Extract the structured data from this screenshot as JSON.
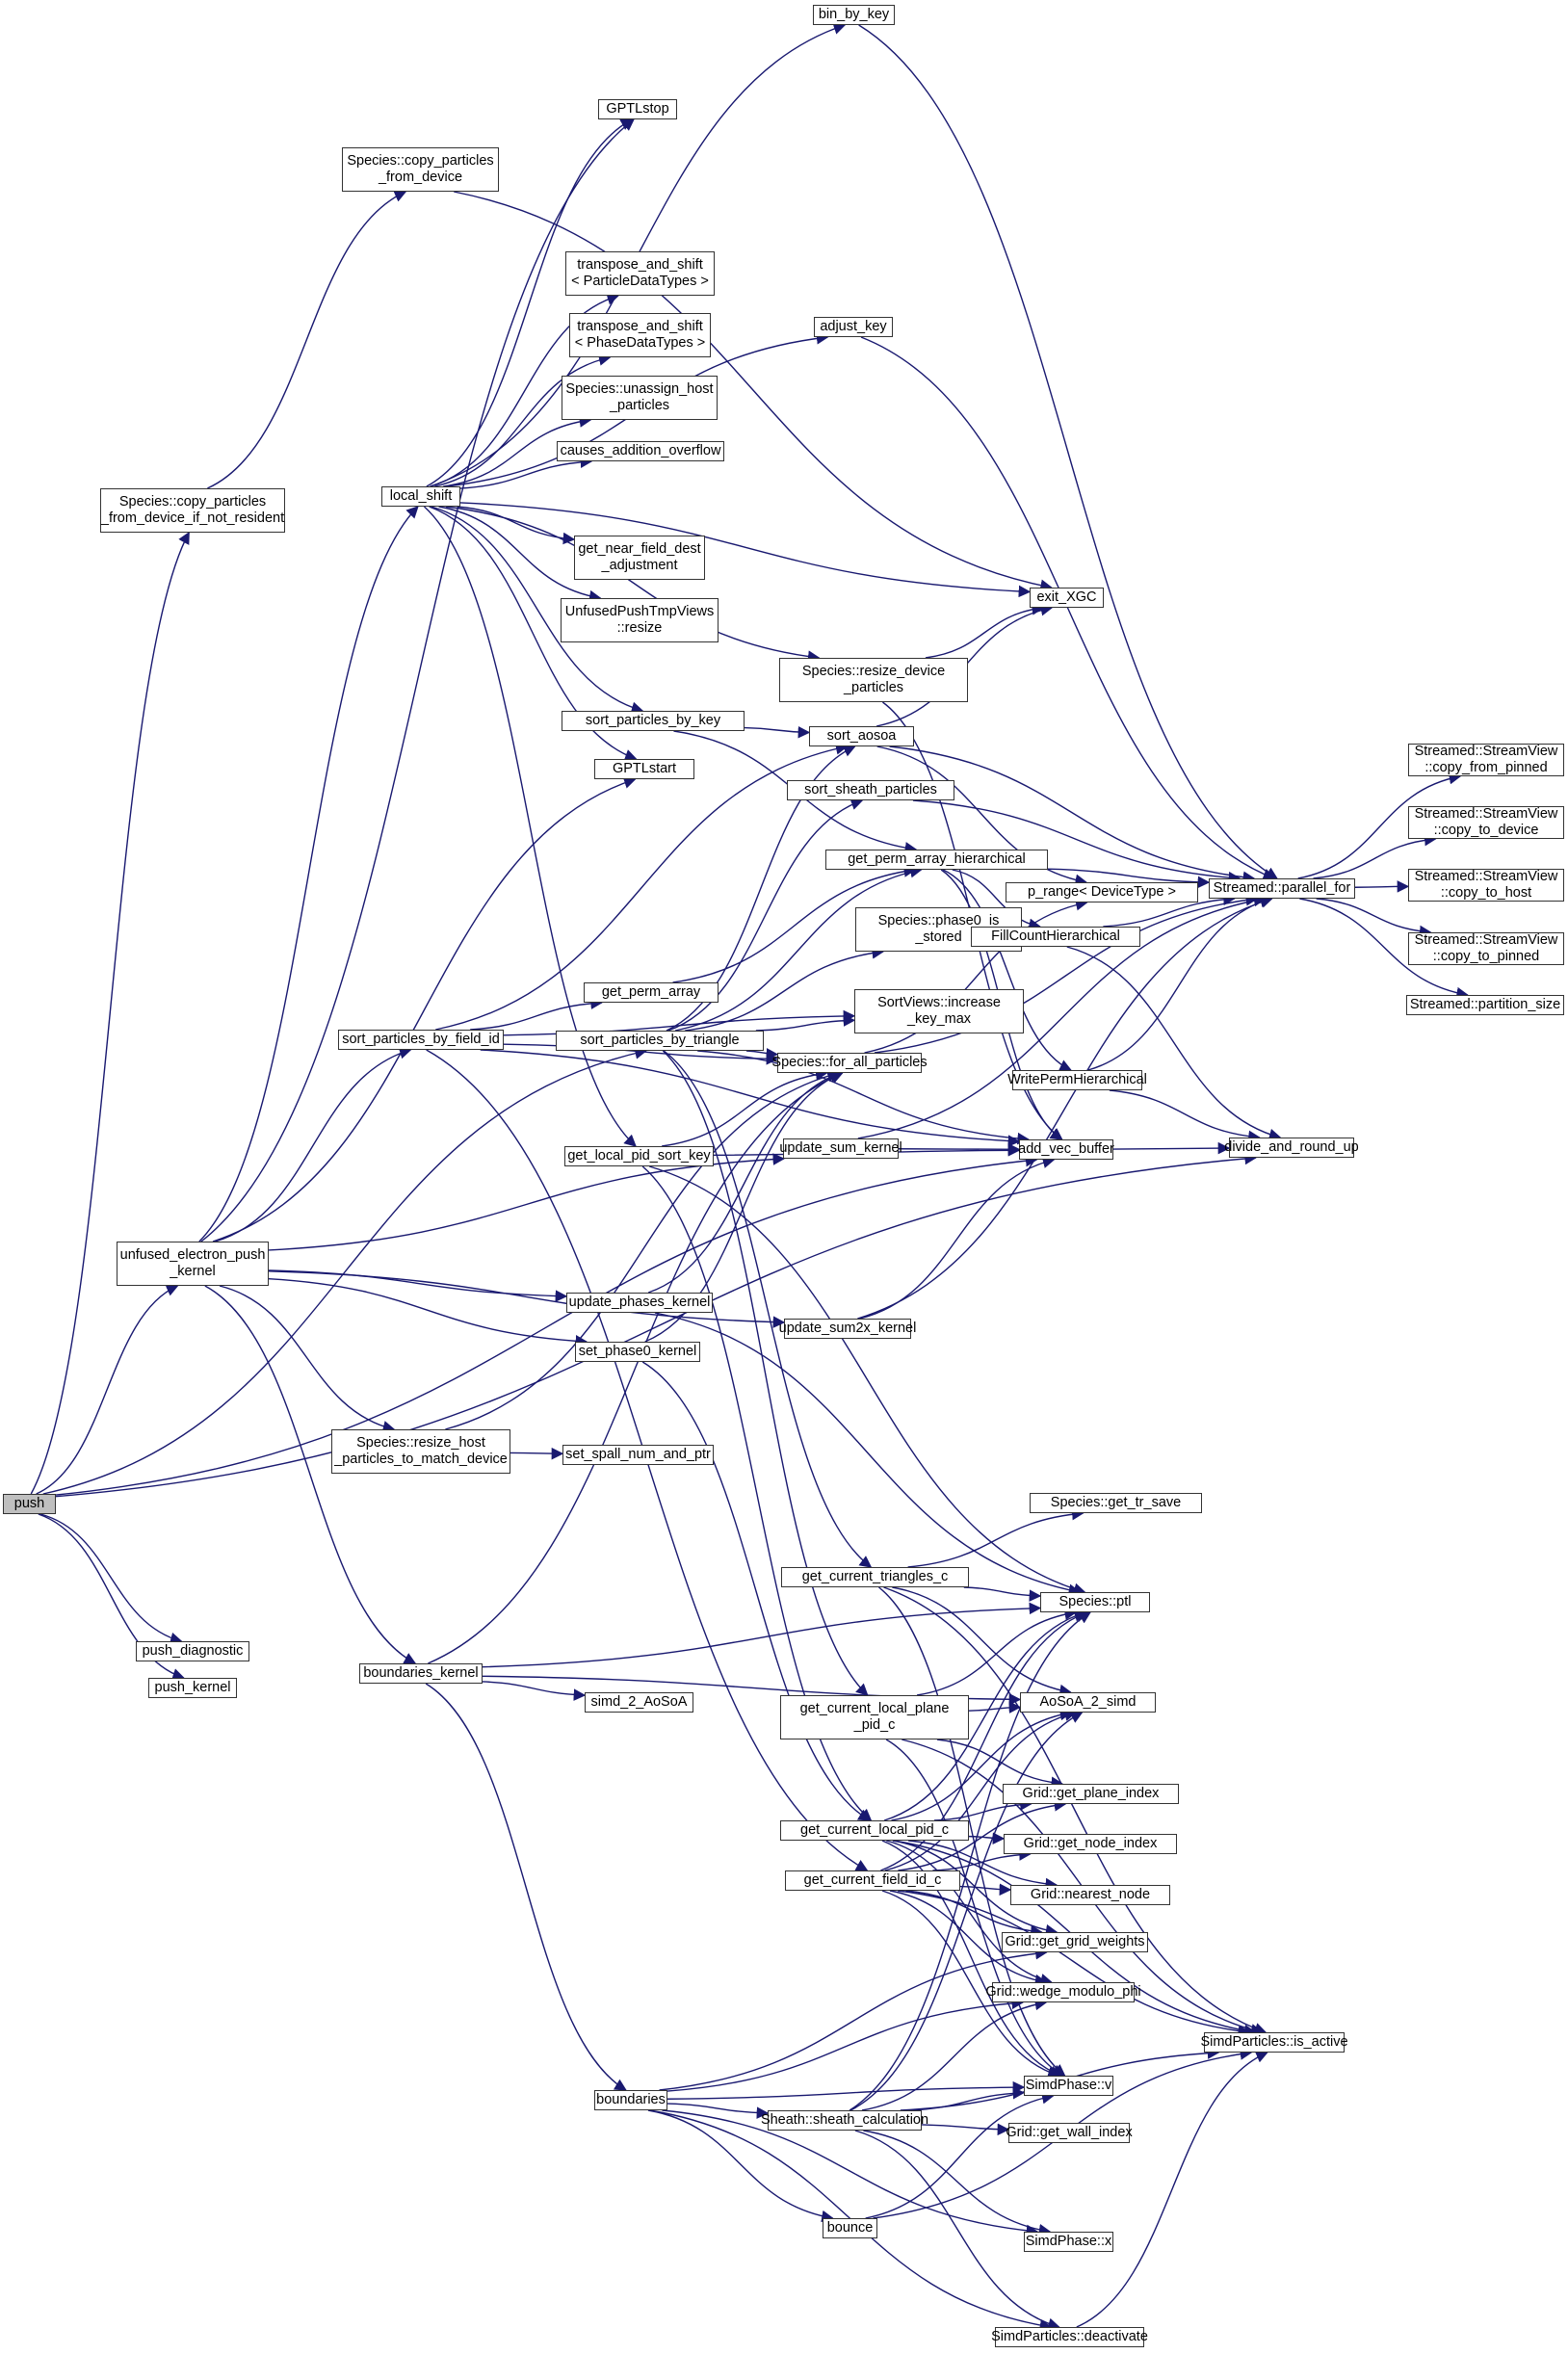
{
  "graph": {
    "edge_color": "#191970",
    "root_fill": "#bfbfbf",
    "nodes": [
      {
        "id": "push",
        "label": "push",
        "root": true
      },
      {
        "id": "cpfd_nr",
        "label": "Species::copy_particles\n_from_device_if_not_resident"
      },
      {
        "id": "cpfd",
        "label": "Species::copy_particles\n_from_device"
      },
      {
        "id": "uepk",
        "label": "unfused_electron_push\n_kernel"
      },
      {
        "id": "push_diag",
        "label": "push_diagnostic"
      },
      {
        "id": "push_kernel",
        "label": "push_kernel"
      },
      {
        "id": "local_shift",
        "label": "local_shift"
      },
      {
        "id": "spbfi",
        "label": "sort_particles_by_field_id"
      },
      {
        "id": "rhptmd",
        "label": "Species::resize_host\n_particles_to_match_device"
      },
      {
        "id": "boundaries_kernel",
        "label": "boundaries_kernel"
      },
      {
        "id": "boundaries",
        "label": "boundaries"
      },
      {
        "id": "gptlstop",
        "label": "GPTLstop"
      },
      {
        "id": "tas_pdt",
        "label": "transpose_and_shift\n< ParticleDataTypes >"
      },
      {
        "id": "tas_phdt",
        "label": "transpose_and_shift\n< PhaseDataTypes >"
      },
      {
        "id": "uhp",
        "label": "Species::unassign_host\n_particles"
      },
      {
        "id": "cao",
        "label": "causes_addition_overflow"
      },
      {
        "id": "gnfda",
        "label": "get_near_field_dest\n_adjustment"
      },
      {
        "id": "uptv",
        "label": "UnfusedPushTmpViews\n::resize"
      },
      {
        "id": "spbk",
        "label": "sort_particles_by_key"
      },
      {
        "id": "gptlstart",
        "label": "GPTLstart"
      },
      {
        "id": "gpa",
        "label": "get_perm_array"
      },
      {
        "id": "spbt",
        "label": "sort_particles_by_triangle"
      },
      {
        "id": "glpsk",
        "label": "get_local_pid_sort_key"
      },
      {
        "id": "upk",
        "label": "update_phases_kernel"
      },
      {
        "id": "sp0k",
        "label": "set_phase0_kernel"
      },
      {
        "id": "ssnp",
        "label": "set_spall_num_and_ptr"
      },
      {
        "id": "simd2aosoa",
        "label": "simd_2_AoSoA"
      },
      {
        "id": "bin_by_key",
        "label": "bin_by_key"
      },
      {
        "id": "adjust_key",
        "label": "adjust_key"
      },
      {
        "id": "rdp",
        "label": "Species::resize_device\n_particles"
      },
      {
        "id": "sort_aosoa",
        "label": "sort_aosoa"
      },
      {
        "id": "ssp",
        "label": "sort_sheath_particles"
      },
      {
        "id": "gpah",
        "label": "get_perm_array_hierarchical"
      },
      {
        "id": "p0is",
        "label": "Species::phase0_is\n_stored"
      },
      {
        "id": "svikm",
        "label": "SortViews::increase\n_key_max"
      },
      {
        "id": "fap",
        "label": "Species::for_all_particles"
      },
      {
        "id": "usk",
        "label": "update_sum_kernel"
      },
      {
        "id": "us2k",
        "label": "update_sum2x_kernel"
      },
      {
        "id": "gts",
        "label": "Species::get_tr_save"
      },
      {
        "id": "gctc",
        "label": "get_current_triangles_c"
      },
      {
        "id": "gclppc",
        "label": "get_current_local_plane\n_pid_c"
      },
      {
        "id": "gclpc",
        "label": "get_current_local_pid_c"
      },
      {
        "id": "gcfic",
        "label": "get_current_field_id_c"
      },
      {
        "id": "ssc",
        "label": "Sheath::sheath_calculation"
      },
      {
        "id": "bounce",
        "label": "bounce"
      },
      {
        "id": "exit_xgc",
        "label": "exit_XGC"
      },
      {
        "id": "prange",
        "label": "p_range< DeviceType >"
      },
      {
        "id": "fch",
        "label": "FillCountHierarchical"
      },
      {
        "id": "wph",
        "label": "WritePermHierarchical"
      },
      {
        "id": "avb",
        "label": "add_vec_buffer"
      },
      {
        "id": "ptl",
        "label": "Species::ptl"
      },
      {
        "id": "aosoa2simd",
        "label": "AoSoA_2_simd"
      },
      {
        "id": "gpi",
        "label": "Grid::get_plane_index"
      },
      {
        "id": "gni",
        "label": "Grid::get_node_index"
      },
      {
        "id": "nn",
        "label": "Grid::nearest_node"
      },
      {
        "id": "ggw",
        "label": "Grid::get_grid_weights"
      },
      {
        "id": "wmp",
        "label": "Grid::wedge_modulo_phi"
      },
      {
        "id": "spv",
        "label": "SimdPhase::v"
      },
      {
        "id": "gwi",
        "label": "Grid::get_wall_index"
      },
      {
        "id": "spx",
        "label": "SimdPhase::x"
      },
      {
        "id": "spd",
        "label": "SimdParticles::deactivate"
      },
      {
        "id": "pfor",
        "label": "Streamed::parallel_for"
      },
      {
        "id": "darup",
        "label": "divide_and_round_up"
      },
      {
        "id": "spia",
        "label": "SimdParticles::is_active"
      },
      {
        "id": "sv_cfp",
        "label": "Streamed::StreamView\n::copy_from_pinned"
      },
      {
        "id": "sv_ctd",
        "label": "Streamed::StreamView\n::copy_to_device"
      },
      {
        "id": "sv_cth",
        "label": "Streamed::StreamView\n::copy_to_host"
      },
      {
        "id": "sv_ctp",
        "label": "Streamed::StreamView\n::copy_to_pinned"
      },
      {
        "id": "ps",
        "label": "Streamed::partition_size"
      }
    ],
    "edges": [
      [
        "push",
        "cpfd_nr"
      ],
      [
        "push",
        "uepk"
      ],
      [
        "push",
        "push_diag"
      ],
      [
        "push",
        "push_kernel"
      ],
      [
        "push",
        "spbt"
      ],
      [
        "push",
        "darup"
      ],
      [
        "push",
        "avb"
      ],
      [
        "cpfd_nr",
        "cpfd"
      ],
      [
        "cpfd",
        "exit_xgc"
      ],
      [
        "uepk",
        "local_shift"
      ],
      [
        "uepk",
        "gptlstop"
      ],
      [
        "uepk",
        "gptlstart"
      ],
      [
        "uepk",
        "spbfi"
      ],
      [
        "uepk",
        "rhptmd"
      ],
      [
        "uepk",
        "boundaries_kernel"
      ],
      [
        "uepk",
        "upk"
      ],
      [
        "uepk",
        "sp0k"
      ],
      [
        "uepk",
        "usk"
      ],
      [
        "uepk",
        "us2k"
      ],
      [
        "local_shift",
        "gptlstop"
      ],
      [
        "local_shift",
        "bin_by_key"
      ],
      [
        "local_shift",
        "adjust_key"
      ],
      [
        "local_shift",
        "tas_pdt"
      ],
      [
        "local_shift",
        "tas_phdt"
      ],
      [
        "local_shift",
        "uhp"
      ],
      [
        "local_shift",
        "cao"
      ],
      [
        "local_shift",
        "exit_xgc"
      ],
      [
        "local_shift",
        "gnfda"
      ],
      [
        "local_shift",
        "uptv"
      ],
      [
        "local_shift",
        "rdp"
      ],
      [
        "local_shift",
        "spbk"
      ],
      [
        "local_shift",
        "gptlstart"
      ],
      [
        "local_shift",
        "glpsk"
      ],
      [
        "spbk",
        "sort_aosoa"
      ],
      [
        "spbk",
        "gpah"
      ],
      [
        "spbfi",
        "gpa"
      ],
      [
        "spbfi",
        "sort_aosoa"
      ],
      [
        "spbfi",
        "svikm"
      ],
      [
        "spbfi",
        "fap"
      ],
      [
        "spbfi",
        "avb"
      ],
      [
        "spbfi",
        "gcfic"
      ],
      [
        "gpa",
        "gpah"
      ],
      [
        "spbt",
        "sort_aosoa"
      ],
      [
        "spbt",
        "ssp"
      ],
      [
        "spbt",
        "gpah"
      ],
      [
        "spbt",
        "p0is"
      ],
      [
        "spbt",
        "svikm"
      ],
      [
        "spbt",
        "fap"
      ],
      [
        "spbt",
        "avb"
      ],
      [
        "spbt",
        "gctc"
      ],
      [
        "spbt",
        "gclppc"
      ],
      [
        "glpsk",
        "fap"
      ],
      [
        "glpsk",
        "avb"
      ],
      [
        "glpsk",
        "gclpc"
      ],
      [
        "glpsk",
        "ptl"
      ],
      [
        "upk",
        "fap"
      ],
      [
        "upk",
        "ptl"
      ],
      [
        "sp0k",
        "fap"
      ],
      [
        "sp0k",
        "gclpc"
      ],
      [
        "rhptmd",
        "ssnp"
      ],
      [
        "rhptmd",
        "fap"
      ],
      [
        "boundaries_kernel",
        "ptl"
      ],
      [
        "boundaries_kernel",
        "simd2aosoa"
      ],
      [
        "boundaries_kernel",
        "aosoa2simd"
      ],
      [
        "boundaries_kernel",
        "boundaries"
      ],
      [
        "boundaries_kernel",
        "fap"
      ],
      [
        "bin_by_key",
        "pfor"
      ],
      [
        "adjust_key",
        "pfor"
      ],
      [
        "rdp",
        "exit_xgc"
      ],
      [
        "rdp",
        "avb"
      ],
      [
        "sort_aosoa",
        "exit_xgc"
      ],
      [
        "sort_aosoa",
        "prange"
      ],
      [
        "sort_aosoa",
        "pfor"
      ],
      [
        "ssp",
        "pfor"
      ],
      [
        "gpah",
        "pfor"
      ],
      [
        "gpah",
        "fch"
      ],
      [
        "gpah",
        "wph"
      ],
      [
        "gpah",
        "avb"
      ],
      [
        "fch",
        "pfor"
      ],
      [
        "fch",
        "darup"
      ],
      [
        "wph",
        "pfor"
      ],
      [
        "wph",
        "darup"
      ],
      [
        "fap",
        "prange"
      ],
      [
        "fap",
        "pfor"
      ],
      [
        "usk",
        "avb"
      ],
      [
        "usk",
        "pfor"
      ],
      [
        "us2k",
        "avb"
      ],
      [
        "us2k",
        "pfor"
      ],
      [
        "avb",
        "darup"
      ],
      [
        "gctc",
        "gts"
      ],
      [
        "gctc",
        "ptl"
      ],
      [
        "gctc",
        "aosoa2simd"
      ],
      [
        "gctc",
        "spia"
      ],
      [
        "gctc",
        "spv"
      ],
      [
        "gclppc",
        "ptl"
      ],
      [
        "gclppc",
        "aosoa2simd"
      ],
      [
        "gclppc",
        "gpi"
      ],
      [
        "gclppc",
        "spia"
      ],
      [
        "gclppc",
        "spv"
      ],
      [
        "gclpc",
        "ptl"
      ],
      [
        "gclpc",
        "aosoa2simd"
      ],
      [
        "gclpc",
        "gpi"
      ],
      [
        "gclpc",
        "gni"
      ],
      [
        "gclpc",
        "nn"
      ],
      [
        "gclpc",
        "ggw"
      ],
      [
        "gclpc",
        "wmp"
      ],
      [
        "gclpc",
        "spia"
      ],
      [
        "gclpc",
        "spv"
      ],
      [
        "gcfic",
        "ptl"
      ],
      [
        "gcfic",
        "aosoa2simd"
      ],
      [
        "gcfic",
        "gpi"
      ],
      [
        "gcfic",
        "gni"
      ],
      [
        "gcfic",
        "nn"
      ],
      [
        "gcfic",
        "ggw"
      ],
      [
        "gcfic",
        "wmp"
      ],
      [
        "gcfic",
        "spia"
      ],
      [
        "gcfic",
        "spv"
      ],
      [
        "boundaries",
        "ggw"
      ],
      [
        "boundaries",
        "wmp"
      ],
      [
        "boundaries",
        "spv"
      ],
      [
        "boundaries",
        "ssc"
      ],
      [
        "boundaries",
        "bounce"
      ],
      [
        "boundaries",
        "spx"
      ],
      [
        "boundaries",
        "spd"
      ],
      [
        "ssc",
        "ptl"
      ],
      [
        "ssc",
        "aosoa2simd"
      ],
      [
        "ssc",
        "wmp"
      ],
      [
        "ssc",
        "spv"
      ],
      [
        "ssc",
        "gwi"
      ],
      [
        "ssc",
        "spia"
      ],
      [
        "ssc",
        "spx"
      ],
      [
        "ssc",
        "spd"
      ],
      [
        "bounce",
        "spv"
      ],
      [
        "bounce",
        "spia"
      ],
      [
        "spd",
        "spia"
      ],
      [
        "pfor",
        "sv_cfp"
      ],
      [
        "pfor",
        "sv_ctd"
      ],
      [
        "pfor",
        "sv_cth"
      ],
      [
        "pfor",
        "sv_ctp"
      ],
      [
        "pfor",
        "ps"
      ]
    ]
  }
}
